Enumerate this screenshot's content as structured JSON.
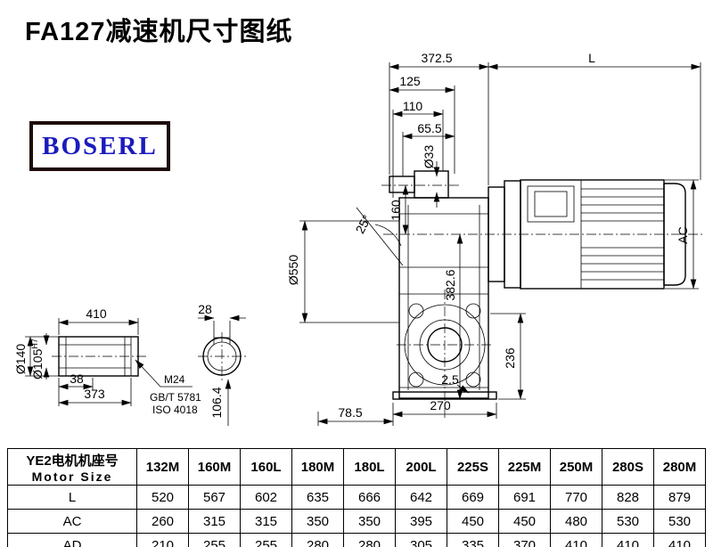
{
  "page": {
    "title": "FA127减速机尺寸图纸",
    "logo": "BOSERL"
  },
  "drawing": {
    "dims": {
      "d372_5": "372.5",
      "L": "L",
      "d125": "125",
      "d110": "110",
      "d65_5": "65.5",
      "d33": "Ø33",
      "d160": "160",
      "a25": "25°",
      "d550": "Ø550",
      "d382_6": "382.6",
      "AC": "AC",
      "d236": "236",
      "d2_5": "2.5",
      "d78_5": "78.5",
      "d270": "270",
      "d410": "410",
      "d28": "28",
      "d140": "Ø140",
      "d105_base": "Ø105",
      "d105_sup": "H7",
      "d38": "38",
      "d373": "373",
      "m24": "M24",
      "gbt": "GB/T 5781",
      "iso": "ISO 4018",
      "d106_4": "106.4"
    }
  },
  "table": {
    "header": {
      "line1": "YE2电机机座号",
      "line2": "Motor Size"
    },
    "columns": [
      "132M",
      "160M",
      "160L",
      "180M",
      "180L",
      "200L",
      "225S",
      "225M",
      "250M",
      "280S",
      "280M"
    ],
    "rows": [
      {
        "label": "L",
        "values": [
          520,
          567,
          602,
          635,
          666,
          642,
          669,
          691,
          770,
          828,
          879
        ]
      },
      {
        "label": "AC",
        "values": [
          260,
          315,
          315,
          350,
          350,
          395,
          450,
          450,
          480,
          530,
          530
        ]
      },
      {
        "label": "AD",
        "values": [
          210,
          255,
          255,
          280,
          280,
          305,
          335,
          370,
          410,
          410,
          410
        ]
      }
    ]
  }
}
